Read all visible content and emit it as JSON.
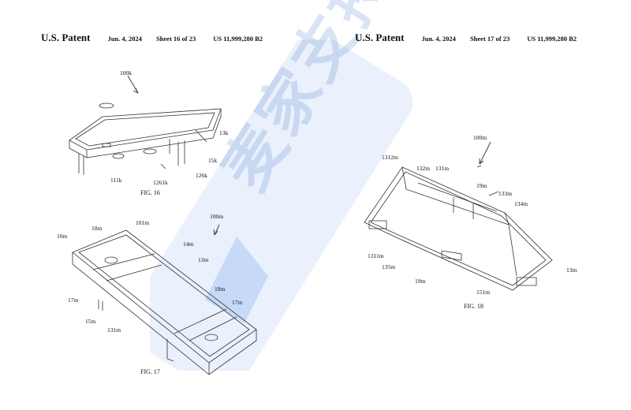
{
  "left_page": {
    "header": {
      "patent": "U.S. Patent",
      "date": "Jun. 4, 2024",
      "sheet": "Sheet 16 of 23",
      "number": "US 11,999,280 B2"
    },
    "fig16": {
      "caption": "FIG. 16",
      "labels": {
        "ref_100k": "100k",
        "ref_13k": "13k",
        "ref_15k": "15k",
        "ref_111k": "111k",
        "ref_1261k": "1261k",
        "ref_126k": "126k"
      }
    },
    "fig17": {
      "caption": "FIG. 17",
      "labels": {
        "ref_100m": "100m",
        "ref_10m": "10m",
        "ref_18m_a": "18m",
        "ref_101m": "101m",
        "ref_14m": "14m",
        "ref_13m": "13m",
        "ref_18m_b": "18m",
        "ref_17m_a": "17m",
        "ref_17m_b": "17m",
        "ref_15m": "15m",
        "ref_131m": "131m"
      }
    }
  },
  "right_page": {
    "header": {
      "patent": "U.S. Patent",
      "date": "Jun. 4, 2024",
      "sheet": "Sheet 17 of 23",
      "number": "US 11,999,280 B2"
    },
    "fig18": {
      "caption": "FIG. 18",
      "labels": {
        "ref_100m": "100m",
        "ref_1312m": "1312m",
        "ref_132m": "132m",
        "ref_131m": "131m",
        "ref_19m_a": "19m",
        "ref_133m": "133m",
        "ref_134m": "134m",
        "ref_1311m": "1311m",
        "ref_135m": "135m",
        "ref_19m_b": "19m",
        "ref_151m": "151m",
        "ref_13m": "13m"
      }
    }
  },
  "watermark": {
    "text": "麦家支持"
  }
}
